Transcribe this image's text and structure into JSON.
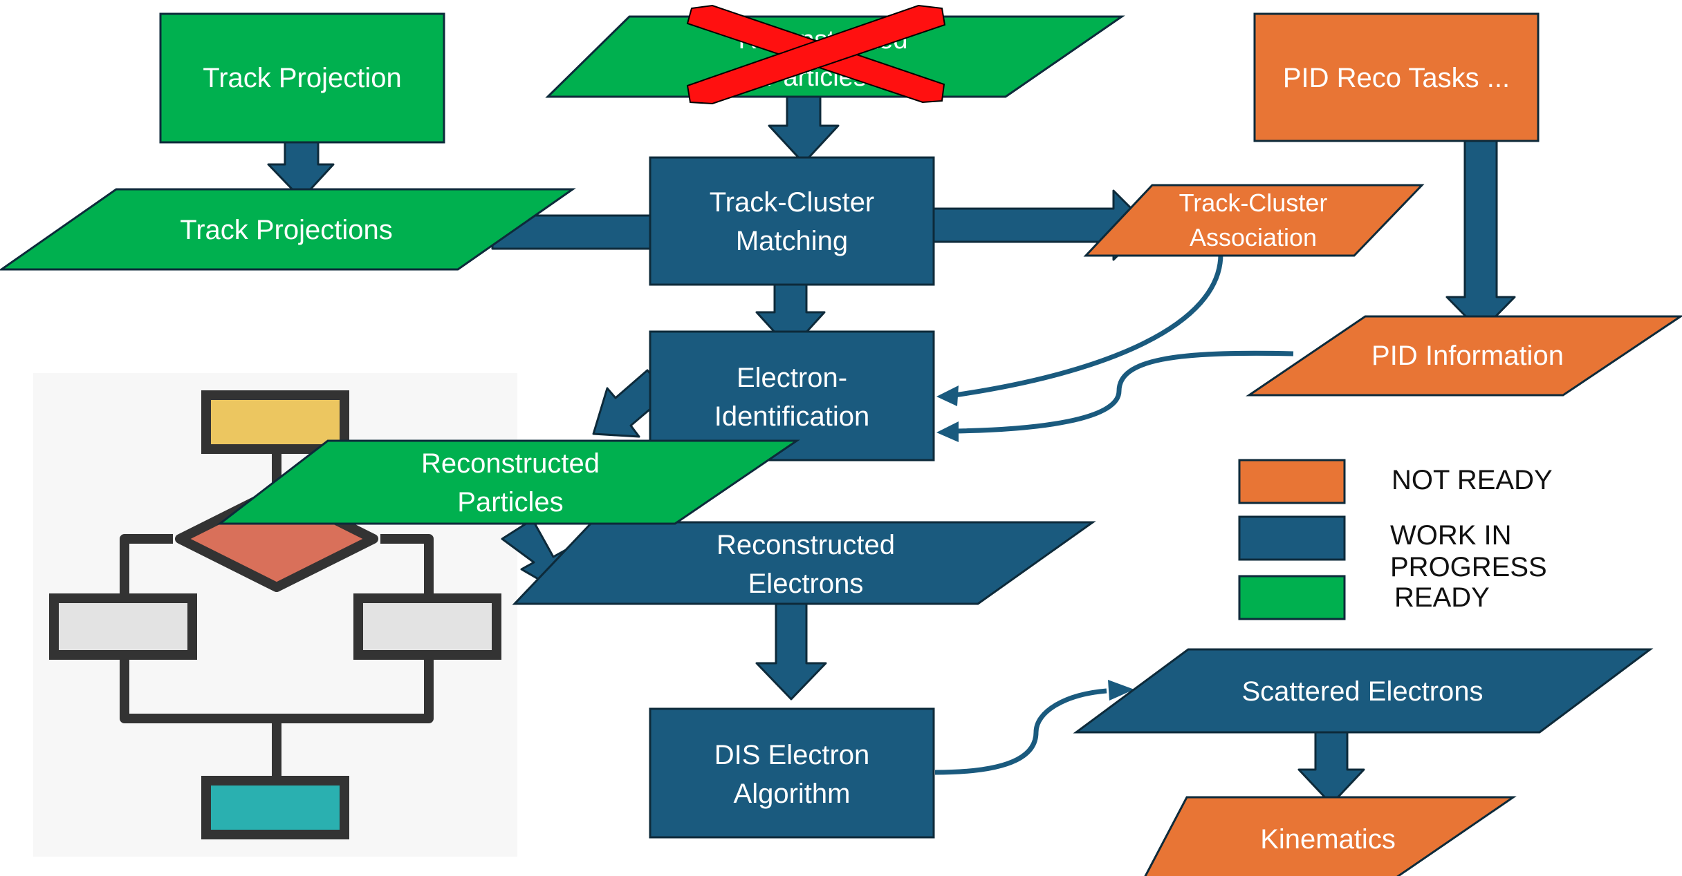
{
  "colors": {
    "ready": "#00b04f",
    "work_in_progress": "#1a5a7e",
    "not_ready": "#e87535",
    "arrow": "#1a5a7e",
    "cross": "#ff1010"
  },
  "nodes": {
    "track_projection": {
      "text": "Track Projection",
      "status": "ready",
      "shape": "rectangle"
    },
    "reconstructed_particles_top": {
      "line1": "Reconstructed",
      "line2": "Particles",
      "status": "ready",
      "shape": "parallelogram",
      "crossed_out": true
    },
    "pid_reco_tasks": {
      "text": "PID Reco Tasks ...",
      "status": "not_ready",
      "shape": "rectangle"
    },
    "track_projections": {
      "text": "Track Projections",
      "status": "ready",
      "shape": "parallelogram"
    },
    "track_cluster_matching": {
      "line1": "Track-Cluster",
      "line2": "Matching",
      "status": "work_in_progress",
      "shape": "rectangle"
    },
    "track_cluster_association": {
      "line1": "Track-Cluster",
      "line2": "Association",
      "status": "not_ready",
      "shape": "parallelogram"
    },
    "pid_information": {
      "text": "PID Information",
      "status": "not_ready",
      "shape": "parallelogram"
    },
    "electron_identification": {
      "line1": "Electron-",
      "line2": "Identification",
      "status": "work_in_progress",
      "shape": "rectangle"
    },
    "reconstructed_particles": {
      "line1": "Reconstructed",
      "line2": "Particles",
      "status": "ready",
      "shape": "parallelogram"
    },
    "reconstructed_electrons": {
      "line1": "Reconstructed",
      "line2": "Electrons",
      "status": "work_in_progress",
      "shape": "parallelogram"
    },
    "dis_electron_algorithm": {
      "line1": "DIS Electron",
      "line2": "Algorithm",
      "status": "work_in_progress",
      "shape": "rectangle"
    },
    "scattered_electrons": {
      "text": "Scattered Electrons",
      "status": "work_in_progress",
      "shape": "parallelogram"
    },
    "kinematics": {
      "text": "Kinematics",
      "status": "not_ready",
      "shape": "parallelogram"
    }
  },
  "legend": {
    "not_ready": "NOT READY",
    "work_in_progress": "WORK IN PROGRESS",
    "ready": "READY"
  },
  "decoration": {
    "icon": "flowchart-icon",
    "colors": {
      "top": "#ecc660",
      "diamond": "#d9705a",
      "side": "#e3e3e3",
      "bottom": "#2ab0b0",
      "outline": "#333333"
    }
  }
}
